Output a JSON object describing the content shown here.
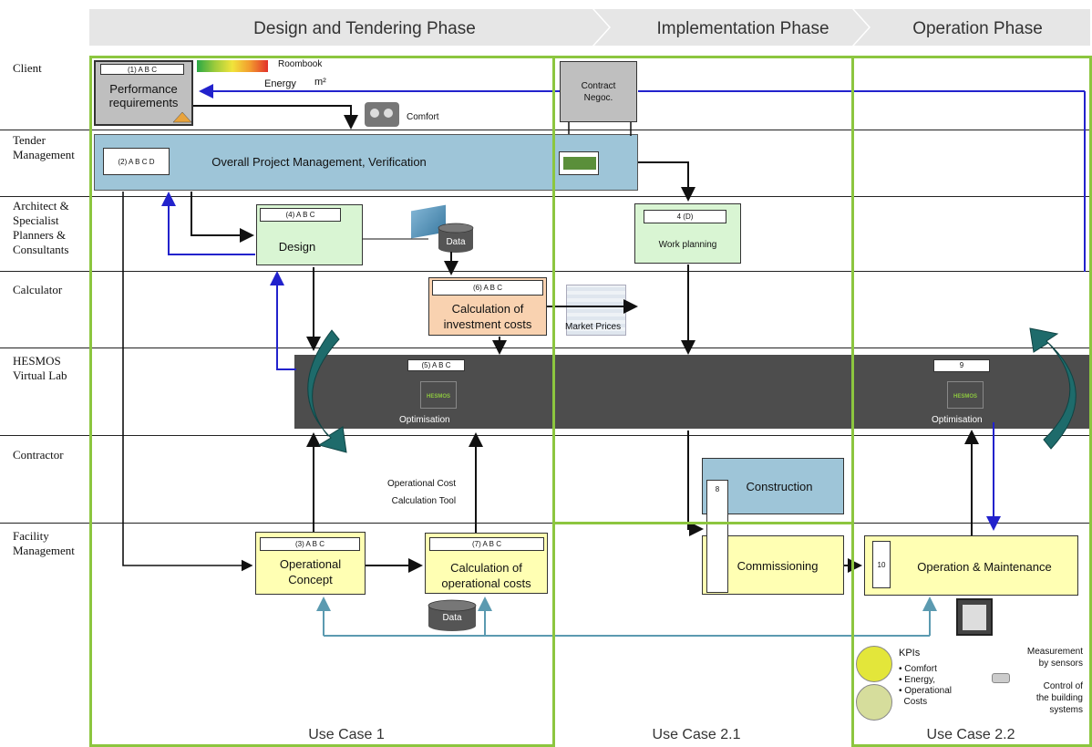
{
  "phases": {
    "design": "Design and Tendering Phase",
    "implementation": "Implementation Phase",
    "operation": "Operation Phase"
  },
  "lanes": {
    "client": "Client",
    "tender": "Tender\nManagement",
    "architect": "Architect &\nSpecialist\nPlanners &\nConsultants",
    "calculator": "Calculator",
    "hesmos": "HESMOS\nVirtual Lab",
    "contractor": "Contractor",
    "facility": "Facility\nManagement"
  },
  "boxes": {
    "performance_tag": "(1) A B C",
    "performance_label": "Performance\nrequirements",
    "contract_label": "Contract\nNegoc.",
    "pm_tag": "(2) A B C D",
    "pm_label": "Overall Project Management, Verification",
    "design_tag": "(4) A B C",
    "design_label": "Design",
    "work_tag": "4 (D)",
    "work_label": "Work planning",
    "invest_tag": "(6) A B C",
    "invest_label": "Calculation of\ninvestment costs",
    "hesmos1_tag": "(5) A B C",
    "hesmos2_tag": "9",
    "optimisation1": "Optimisation",
    "optimisation2": "Optimisation",
    "construction_tag": "8",
    "construction_label": "Construction",
    "opconcept_tag": "(3) A B C",
    "opconcept_label": "Operational\nConcept",
    "opcosts_tag": "(7) A B C",
    "opcosts_label": "Calculation of\noperational costs",
    "commissioning_label": "Commissioning",
    "om_tag": "10",
    "om_label": "Operation & Maintenance"
  },
  "annotations": {
    "roombook": "Roombook",
    "energy": "Energy",
    "m2": "m²",
    "comfort": "Comfort",
    "data1": "Data",
    "data2": "Data",
    "market_prices": "Market Prices",
    "opcost_tool": "Operational Cost\nCalculation Tool",
    "hesmos_logo": "HESMOS",
    "kpis": "KPIs",
    "kpi_items": "• Comfort\n• Energy,\n• Operational\n  Costs",
    "measurement": "Measurement\nby sensors",
    "control": "Control of\nthe building\nsystems"
  },
  "usecases": {
    "uc1": "Use Case 1",
    "uc21": "Use Case 2.1",
    "uc22": "Use Case 2.2"
  },
  "colors": {
    "green_frame": "#8cc63f",
    "pm_blue": "#9ec5d8",
    "design_green": "#d9f5d3",
    "invest_orange": "#f9d2b0",
    "facility_yellow": "#ffffb3",
    "hesmos_dark": "#4d4d4d",
    "teal_arrow": "#1e6b6b",
    "blue_arrow": "#2222cc",
    "light_blue_arrow": "#5b9ab0"
  }
}
